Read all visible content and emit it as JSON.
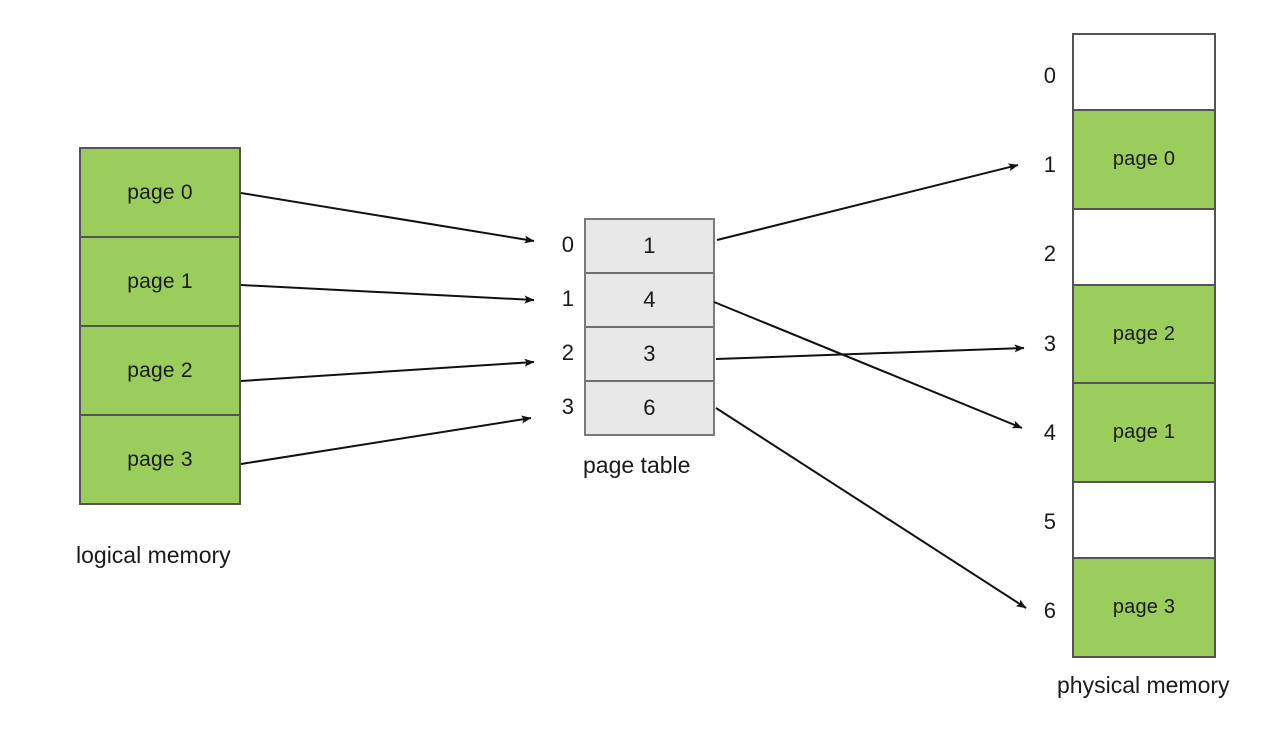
{
  "diagram": {
    "title": "paging-address-translation",
    "colors": {
      "page_fill": "#9ACD5B",
      "page_table_fill": "#E8E8E8",
      "free_frame_fill": "#FFFFFF",
      "border": "#545454",
      "arrow": "#111111"
    }
  },
  "logical_memory": {
    "caption": "logical memory",
    "pages": [
      {
        "label": "page 0"
      },
      {
        "label": "page 1"
      },
      {
        "label": "page 2"
      },
      {
        "label": "page 3"
      }
    ]
  },
  "page_table": {
    "caption": "page table",
    "entries": [
      {
        "index": "0",
        "frame": "1"
      },
      {
        "index": "1",
        "frame": "4"
      },
      {
        "index": "2",
        "frame": "3"
      },
      {
        "index": "3",
        "frame": "6"
      }
    ]
  },
  "physical_memory": {
    "caption": "physical memory",
    "frames": [
      {
        "index": "0",
        "label": "",
        "occupied": false
      },
      {
        "index": "1",
        "label": "page 0",
        "occupied": true
      },
      {
        "index": "2",
        "label": "",
        "occupied": false
      },
      {
        "index": "3",
        "label": "page 2",
        "occupied": true
      },
      {
        "index": "4",
        "label": "page 1",
        "occupied": true
      },
      {
        "index": "5",
        "label": "",
        "occupied": false
      },
      {
        "index": "6",
        "label": "page 3",
        "occupied": true
      }
    ]
  },
  "arrows": {
    "logical_to_table": [
      {
        "from": "page 0",
        "to": "page table entry 0"
      },
      {
        "from": "page 1",
        "to": "page table entry 1"
      },
      {
        "from": "page 2",
        "to": "page table entry 2"
      },
      {
        "from": "page 3",
        "to": "page table entry 3"
      }
    ],
    "table_to_physical": [
      {
        "from": "page table entry 0",
        "to": "frame 1"
      },
      {
        "from": "page table entry 1",
        "to": "frame 4"
      },
      {
        "from": "page table entry 2",
        "to": "frame 3"
      },
      {
        "from": "page table entry 3",
        "to": "frame 6"
      }
    ]
  }
}
